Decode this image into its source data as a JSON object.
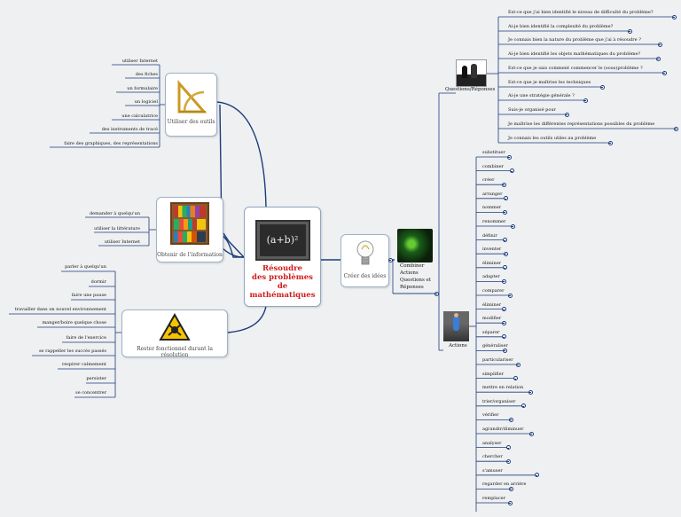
{
  "center": {
    "title": "Résoudre\ndes problèmes\nde mathématiques",
    "chalkboard": "(a+b)²"
  },
  "outils": {
    "label": "Utiliser des outils",
    "items": [
      "utiliser Internet",
      "des fiches",
      "un formulaire",
      "un logiciel",
      "une calculatrice",
      "des instruments de tracé",
      "faire des graphiques, des représentations"
    ]
  },
  "information": {
    "label": "Obtenir de l'information",
    "items": [
      "demander à quelqu'un",
      "utiliser la littérature",
      "utiliser Internet"
    ]
  },
  "fonctionnel": {
    "label": "Rester fonctionnel durant la résolution",
    "items": [
      "parler à quelqu'un",
      "dormir",
      "faire une pause",
      "travailler dans un nouvel environnement",
      "manger/boire quelque chose",
      "faire de l'exercice",
      "se rappeller les succès passés",
      "respirer calmement",
      "persister",
      "se concentrer"
    ]
  },
  "idees": {
    "label": "Créer des idées",
    "caption": [
      "Combiner",
      "Actions",
      "Questions et",
      "Réponses"
    ]
  },
  "questions": {
    "label": "Questions/Réponses",
    "items": [
      "Est-ce que j'ai bien identifié le niveau de difficulté du problème?",
      "Ai-je bien identifié la complexité du problème?",
      "Je connais bien la nature du problème que j'ai à résoudre ?",
      "Ai-je bien identifié les objets mathématiques du problème?",
      "Est-ce que je sais comment commencer le (sous)problème ?",
      "Est-ce que je maîtrise les techniques",
      "Ai-je une stratégie générale ?",
      "Suis-je organisé pour",
      "Je maîtrise les différentes représentations possibles du problème",
      "Je connais les outils utiles au problème"
    ]
  },
  "actions": {
    "label": "Actions",
    "items": [
      "substituer",
      "combiner",
      "créer",
      "arranger",
      "nommer",
      "renommer",
      "définir",
      "inventer",
      "éliminer",
      "adapter",
      "comparer",
      "éliminer",
      "modifier",
      "séparer",
      "généraliser",
      "particulariser",
      "simplifier",
      "mettre en relation",
      "trier/organiser",
      "vérifier",
      "agrandir/diminuer",
      "analyser",
      "chercher",
      "s'amuser",
      "regarder en arrière",
      "remplacer"
    ]
  }
}
